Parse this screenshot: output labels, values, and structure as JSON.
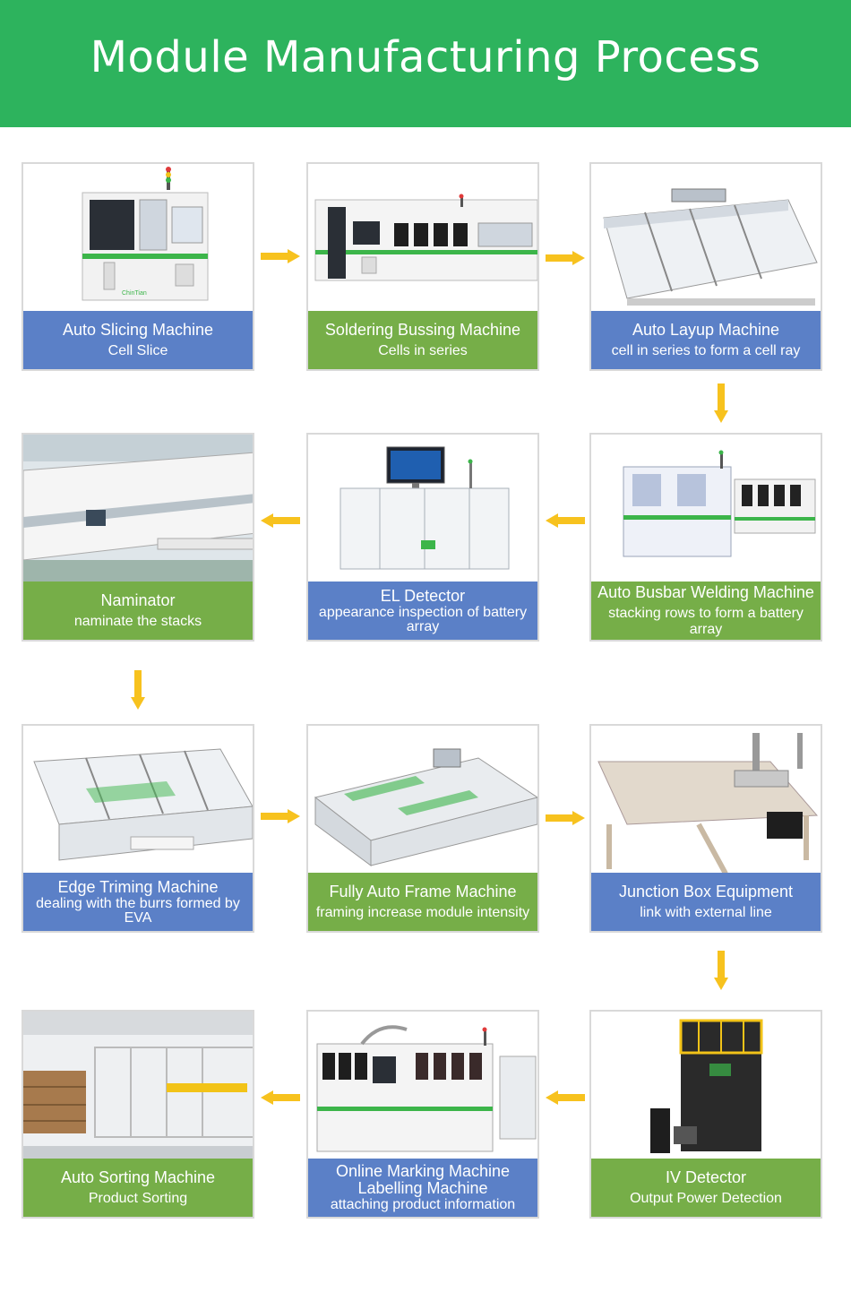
{
  "title": "Module Manufacturing Process",
  "colors": {
    "header_green": "#2db35d",
    "label_blue": "#5b80c7",
    "label_green": "#76ae48",
    "arrow_yellow": "#f7c21e"
  },
  "steps": [
    {
      "name": "Auto Slicing Machine",
      "desc": "Cell Slice",
      "label_color": "blue"
    },
    {
      "name": "Soldering Bussing Machine",
      "desc": "Cells in series",
      "label_color": "green"
    },
    {
      "name": "Auto Layup Machine",
      "desc": "cell in series to form a cell ray",
      "label_color": "blue"
    },
    {
      "name": "Auto Busbar Welding Machine",
      "desc": "stacking rows to form a battery array",
      "label_color": "green"
    },
    {
      "name": "EL Detector",
      "desc": "appearance inspection of battery array",
      "label_color": "blue"
    },
    {
      "name": "Naminator",
      "desc": "naminate the stacks",
      "label_color": "green"
    },
    {
      "name": "Edge Triming Machine",
      "desc": "dealing with the burrs formed by EVA",
      "label_color": "blue"
    },
    {
      "name": "Fully Auto Frame Machine",
      "desc": "framing increase module intensity",
      "label_color": "green"
    },
    {
      "name": "Junction Box Equipment",
      "desc": "link with external line",
      "label_color": "blue"
    },
    {
      "name": "IV Detector",
      "desc": "Output Power Detection",
      "label_color": "green"
    },
    {
      "name": "Online Marking Machine Labelling Machine",
      "desc": "attaching product information",
      "label_color": "blue"
    },
    {
      "name": "Auto Sorting Machine",
      "desc": "Product Sorting",
      "label_color": "green"
    }
  ],
  "flow_arrows": [
    "right",
    "right",
    "down",
    "left",
    "left",
    "down",
    "right",
    "right",
    "down",
    "left",
    "left"
  ],
  "image_icons": [
    "slicing-machine-photo",
    "soldering-machine-photo",
    "layup-machine-photo",
    "busbar-welding-machine-photo",
    "el-detector-photo",
    "laminator-photo",
    "edge-trimming-machine-photo",
    "frame-machine-photo",
    "junction-box-equipment-photo",
    "iv-detector-photo",
    "marking-labelling-machine-photo",
    "sorting-machine-photo"
  ],
  "machine_logo": "ChinTian"
}
